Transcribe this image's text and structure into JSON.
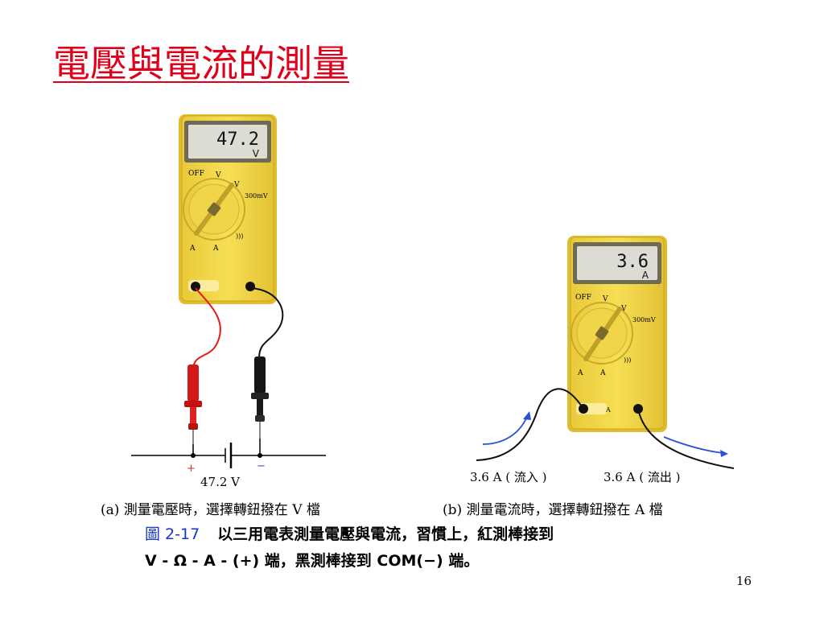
{
  "slide": {
    "title": "電壓與電流的測量",
    "page_number": "16"
  },
  "colors": {
    "title": "#e0001a",
    "meter_body": "#f2d84a",
    "meter_frame": "#f7e27a",
    "lcd": "#dcdcd4",
    "red_lead": "#e31a1a",
    "black_lead": "#111111",
    "arrow": "#2b4fd6",
    "caption_blue": "#1a36c8",
    "plus_sign": "#e23a2a",
    "minus_sign": "#2b4fd6"
  },
  "meter_a": {
    "display_value": "47.2",
    "display_unit": "V",
    "dial_off": "OFF",
    "dial_v1": "V",
    "dial_v2": "V",
    "dial_mv": "300mV",
    "dial_a1": "A",
    "dial_a2": "A",
    "dial_cont": ")))"
  },
  "meter_b": {
    "display_value": "3.6",
    "display_unit": "A",
    "dial_off": "OFF",
    "dial_v1": "V",
    "dial_v2": "V",
    "dial_mv": "300mV",
    "dial_a1": "A",
    "dial_a2": "A",
    "dial_cont": ")))",
    "jack_label": "A"
  },
  "circuit_a": {
    "voltage_label": "47.2 V",
    "plus": "+",
    "minus": "−"
  },
  "circuit_b": {
    "current_in": "3.6 A ( 流入 )",
    "current_out": "3.6 A ( 流出 )"
  },
  "captions": {
    "a": "(a) 測量電壓時，選擇轉鈕撥在 V 檔",
    "b": "(b) 測量電流時，選擇轉鈕撥在 A 檔",
    "figure_number": "圖 2-17",
    "figure_line1": "以三用電表測量電壓與電流，習慣上，紅測棒接到",
    "figure_line2": "V - Ω - A - (+) 端，黑測棒接到 COM(−) 端。"
  }
}
